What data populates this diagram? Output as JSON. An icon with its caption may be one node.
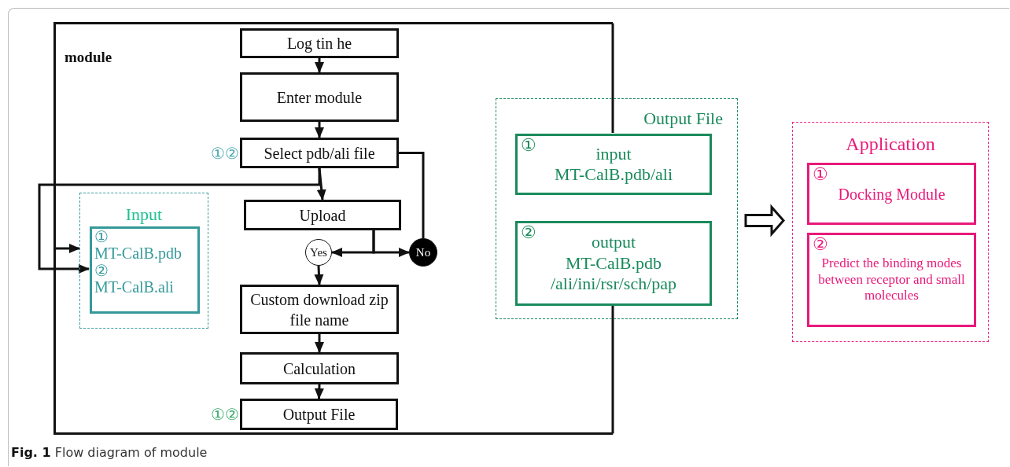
{
  "diagram": {
    "caption": "**Fig. 1** Flow diagram of module",
    "nodes": [
      {
        "text": [
          "module"
        ]
      },
      {
        "text": [
          "Log tin he"
        ],
        "in": 0
      },
      {
        "text": [
          "Enter module"
        ],
        "in": 0
      },
      {
        "text": [
          "Select pdb/ali file"
        ],
        "beside": [
          "①②"
        ],
        "in": 0
      },
      {
        "text": [
          "Input"
        ],
        "in": 0
      },
      {
        "text": [
          "①",
          "MT-CalB.pdb",
          "②",
          "MT-CalB.ali"
        ],
        "in": 4
      },
      {
        "text": [
          "Upload"
        ],
        "in": 0
      },
      {
        "text": [
          "Yes"
        ],
        "in": 0
      },
      {
        "text": [
          "No"
        ],
        "in": 0
      },
      {
        "text": [
          "Custom download zip file name"
        ],
        "in": 0
      },
      {
        "text": [
          "Calculation"
        ],
        "in": 0
      },
      {
        "text": [
          "Output File"
        ],
        "beside": [
          "①②"
        ],
        "in": 0
      },
      {
        "text": [
          "Output File"
        ]
      },
      {
        "text": [
          "①",
          "input",
          "MT-CalB.pdb/ali"
        ],
        "in": 12
      },
      {
        "text": [
          "②",
          "output",
          "MT-CalB.pdb /ali/ini/rsr/sch/pap"
        ],
        "in": 12
      },
      {
        "text": [
          "Application"
        ]
      },
      {
        "text": [
          "①",
          "Docking Module"
        ],
        "in": 15
      },
      {
        "text": [
          "②",
          "Predict the binding modes between receptor and small molecules"
        ],
        "in": 15
      }
    ],
    "edges": [
      {
        "from": 1,
        "to": 2,
        "arrow": "to"
      },
      {
        "from": 2,
        "to": 3,
        "arrow": "to"
      },
      {
        "from": 3,
        "to": 6,
        "arrow": "to"
      },
      {
        "from": 3,
        "to": 5,
        "arrow": "to"
      },
      {
        "from": 0,
        "to": 4,
        "arrow": "to"
      },
      {
        "from": 3,
        "to": 8,
        "arrow": "none"
      },
      {
        "from": 6,
        "to": 7,
        "arrow": "to"
      },
      {
        "from": 6,
        "to": 8,
        "arrow": "to"
      },
      {
        "from": 7,
        "to": 9,
        "arrow": "to"
      },
      {
        "from": 9,
        "to": 10,
        "arrow": "to"
      },
      {
        "from": 10,
        "to": 11,
        "arrow": "to"
      },
      {
        "from": 12,
        "to": 15,
        "arrow": "to",
        "style": "thick"
      },
      {
        "from": 0,
        "to": 13,
        "arrow": "none"
      },
      {
        "from": 14,
        "to": 0,
        "arrow": "none"
      }
    ]
  }
}
